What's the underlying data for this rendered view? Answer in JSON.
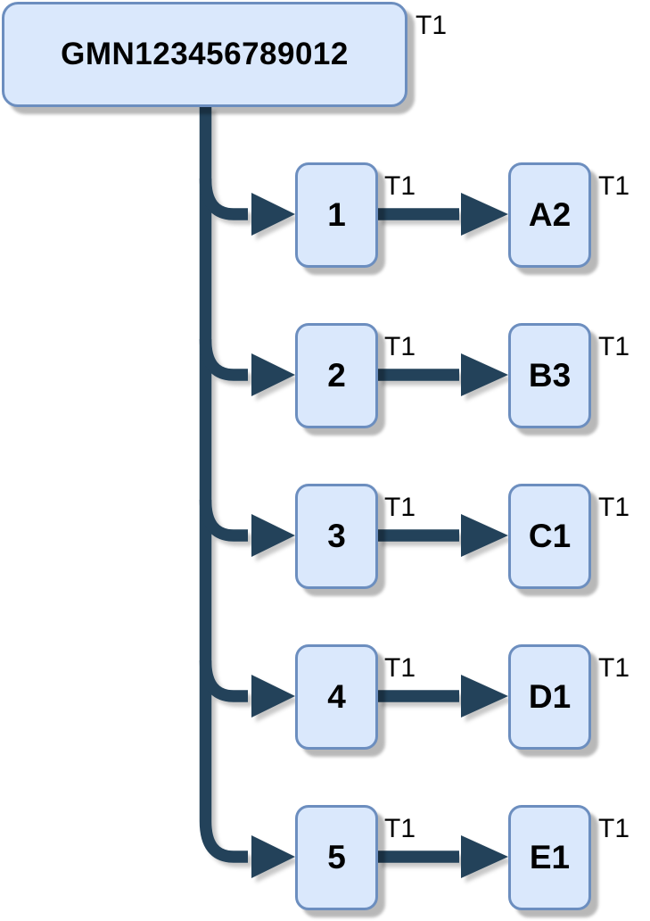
{
  "diagram": {
    "root": {
      "label": "GMN123456789012",
      "tag": "T1"
    },
    "rows": [
      {
        "source": {
          "label": "1",
          "tag": "T1"
        },
        "target": {
          "label": "A2",
          "tag": "T1"
        }
      },
      {
        "source": {
          "label": "2",
          "tag": "T1"
        },
        "target": {
          "label": "B3",
          "tag": "T1"
        }
      },
      {
        "source": {
          "label": "3",
          "tag": "T1"
        },
        "target": {
          "label": "C1",
          "tag": "T1"
        }
      },
      {
        "source": {
          "label": "4",
          "tag": "T1"
        },
        "target": {
          "label": "D1",
          "tag": "T1"
        }
      },
      {
        "source": {
          "label": "5",
          "tag": "T1"
        },
        "target": {
          "label": "E1",
          "tag": "T1"
        }
      }
    ],
    "colors": {
      "node_fill": "#dae8fc",
      "node_border": "#6c8ebf",
      "connector": "#23425a",
      "text": "#000000",
      "background": "#ffffff"
    }
  }
}
